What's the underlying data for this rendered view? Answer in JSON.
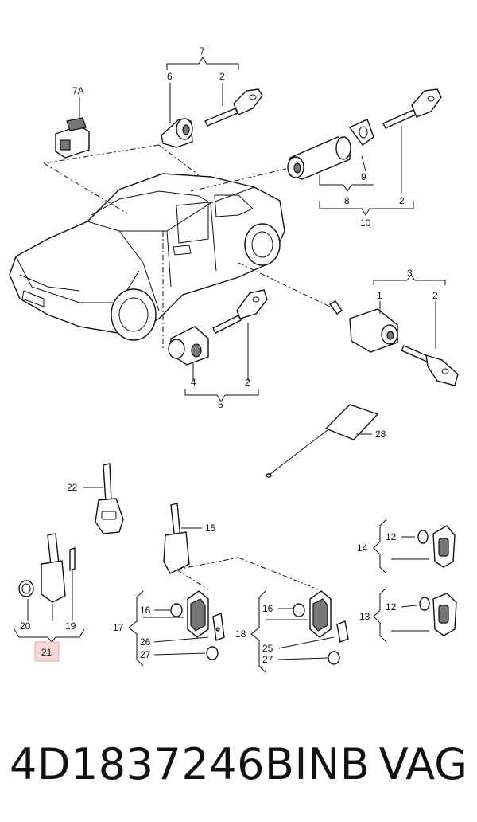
{
  "callouts": {
    "c7": "7",
    "c7A": "7A",
    "c6": "6",
    "c2a": "2",
    "c2b": "2",
    "c9": "9",
    "c8": "8",
    "c10": "10",
    "c3": "3",
    "c1": "1",
    "c2c": "2",
    "c4": "4",
    "c2d": "2",
    "c5": "5",
    "c28": "28",
    "c22": "22",
    "c15": "15",
    "c20": "20",
    "c19": "19",
    "c21": "21",
    "c14": "14",
    "c12a": "12",
    "c17": "17",
    "c16a": "16",
    "c26": "26",
    "c27a": "27",
    "c18": "18",
    "c16b": "16",
    "c25": "25",
    "c27b": "27",
    "c13": "13",
    "c12b": "12"
  },
  "highlight_color": "#e6a8a8",
  "caption": {
    "part_number": "4D1837246BINB",
    "brand": "VAG"
  }
}
